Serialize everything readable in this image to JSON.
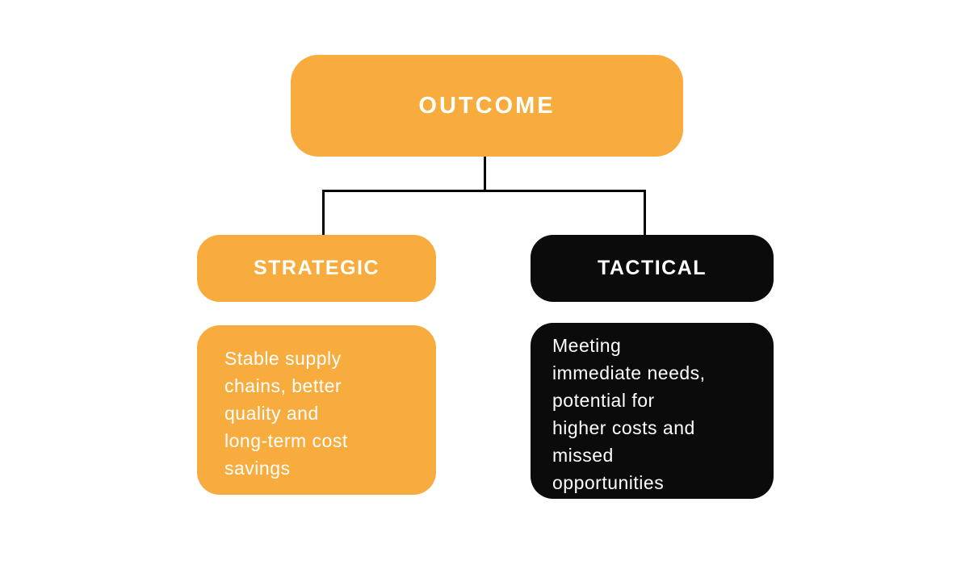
{
  "colors": {
    "orange": "#F8AC3E",
    "black": "#0B0B0B",
    "white": "#FFFFFF",
    "connector": "#000000",
    "background": "#FFFFFF"
  },
  "root_node": {
    "label": "OUTCOME"
  },
  "branches": [
    {
      "label": "STRATEGIC",
      "description": "Stable supply chains, better quality and long-term cost savings",
      "description_lines": [
        "Stable supply",
        "chains, better",
        "quality and",
        "long-term cost",
        "savings"
      ],
      "color_hex": "#F8AC3E"
    },
    {
      "label": "TACTICAL",
      "description": "Meeting immediate needs, potential for higher costs and missed opportunities",
      "description_lines": [
        "Meeting",
        "immediate needs,",
        "potential for",
        "higher costs and",
        "missed",
        "opportunities"
      ],
      "color_hex": "#0B0B0B"
    }
  ]
}
